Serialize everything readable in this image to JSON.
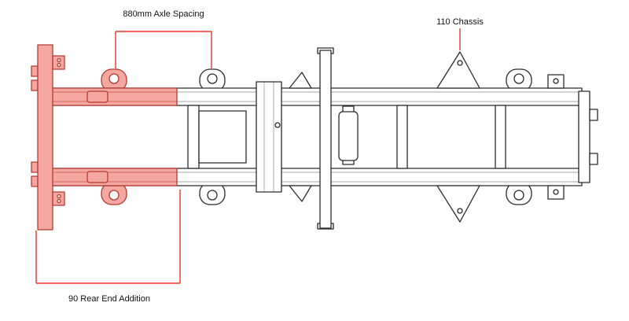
{
  "labels": {
    "axle_spacing": "880mm Axle Spacing",
    "chassis_model": "110 Chassis",
    "rear_addition": "90 Rear End Addition"
  },
  "colors": {
    "background": "#ffffff",
    "outline": "#2b2b2b",
    "highlight_fill": "#f5a8a1",
    "highlight_stroke": "#b53a30",
    "callout": "#e8362b",
    "label_text": "#111111"
  }
}
